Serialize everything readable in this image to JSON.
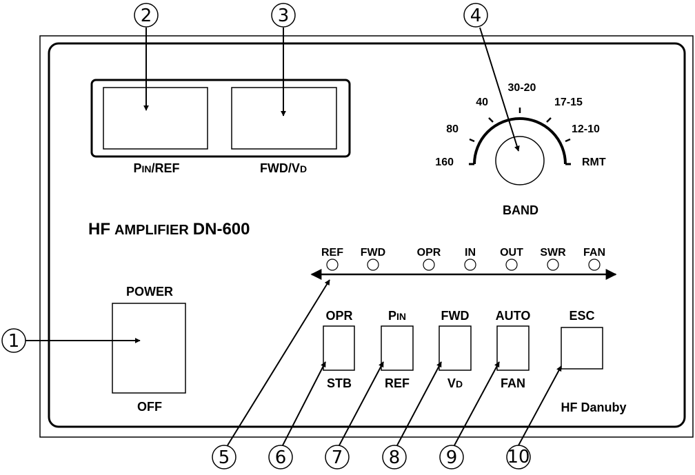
{
  "panel": {
    "title_hf": "HF",
    "title_amp": "AMPLIFIER",
    "title_model": "DN-600",
    "brand": "HF Danuby"
  },
  "meters": {
    "left": {
      "label_p": "P",
      "label_in": "IN",
      "label_rest": "/REF"
    },
    "right": {
      "label_main": "FWD/V",
      "label_sub": "D"
    }
  },
  "band_switch": {
    "label": "BAND",
    "positions": [
      "160",
      "80",
      "40",
      "30-20",
      "17-15",
      "12-10",
      "RMT"
    ]
  },
  "leds": [
    "REF",
    "FWD",
    "OPR",
    "IN",
    "OUT",
    "SWR",
    "FAN"
  ],
  "power_switch": {
    "top": "POWER",
    "bottom": "OFF"
  },
  "buttons": {
    "opr": {
      "top": "OPR",
      "bottom": "STB"
    },
    "pin": {
      "top_p": "P",
      "top_in": "IN",
      "bottom": "REF"
    },
    "fwd": {
      "top": "FWD",
      "bottom_v": "V",
      "bottom_d": "D"
    },
    "auto": {
      "top": "AUTO",
      "bottom": "FAN"
    },
    "esc": {
      "top": "ESC"
    }
  },
  "callouts": [
    "1",
    "2",
    "3",
    "4",
    "5",
    "6",
    "7",
    "8",
    "9",
    "10"
  ]
}
